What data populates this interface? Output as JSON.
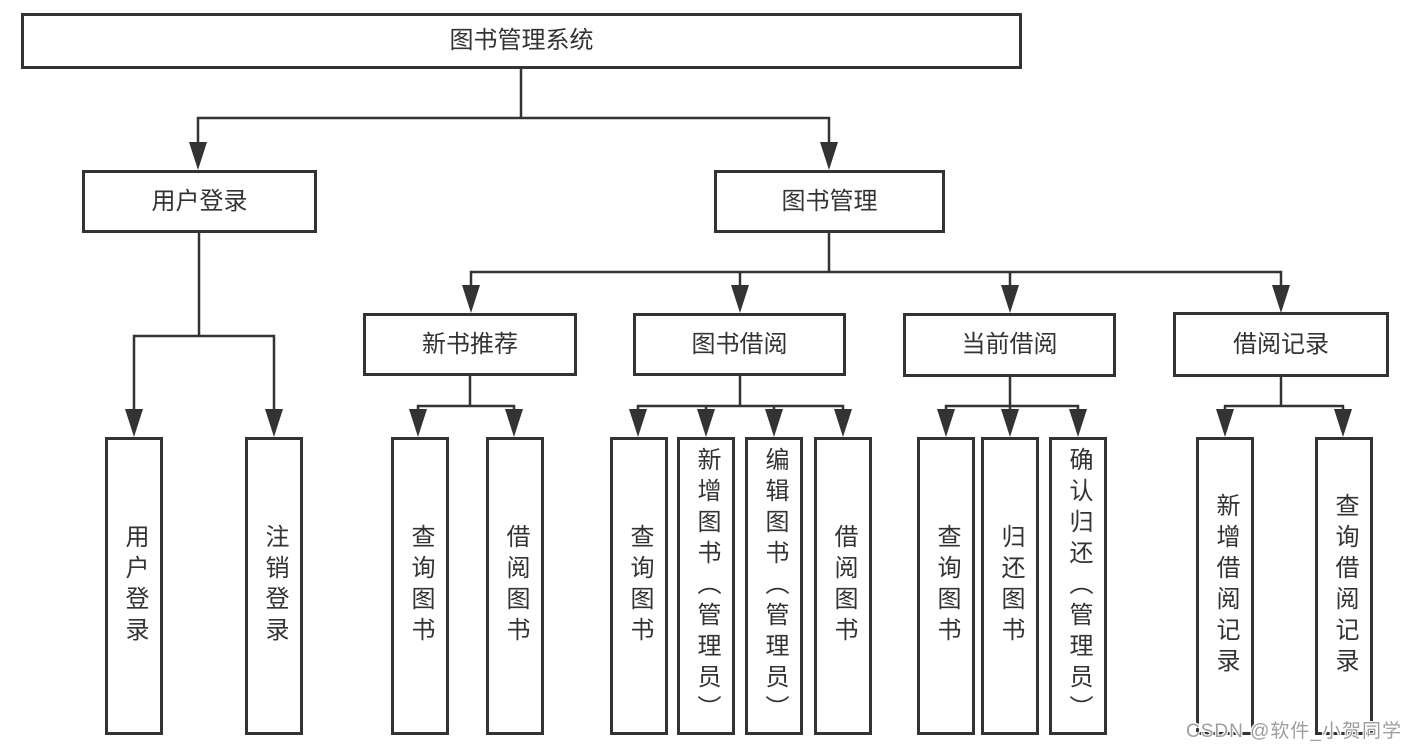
{
  "diagram": {
    "root": "图书管理系统",
    "user_login": {
      "label": "用户登录",
      "children": [
        "用户登录",
        "注销登录"
      ]
    },
    "book_management": {
      "label": "图书管理",
      "sections": [
        {
          "label": "新书推荐",
          "children": [
            "查询图书",
            "借阅图书"
          ]
        },
        {
          "label": "图书借阅",
          "children": [
            "查询图书",
            "新增图书（管理员）",
            "编辑图书（管理员）",
            "借阅图书"
          ]
        },
        {
          "label": "当前借阅",
          "children": [
            "查询图书",
            "归还图书",
            "确认归还（管理员）"
          ]
        },
        {
          "label": "借阅记录",
          "children": [
            "新增借阅记录",
            "查询借阅记录"
          ]
        }
      ]
    }
  },
  "watermark": "CSDN @软件_小贺同学",
  "colors": {
    "line": "#333333",
    "text": "#333333",
    "background": "#ffffff",
    "watermark": "#9e9e9e"
  }
}
